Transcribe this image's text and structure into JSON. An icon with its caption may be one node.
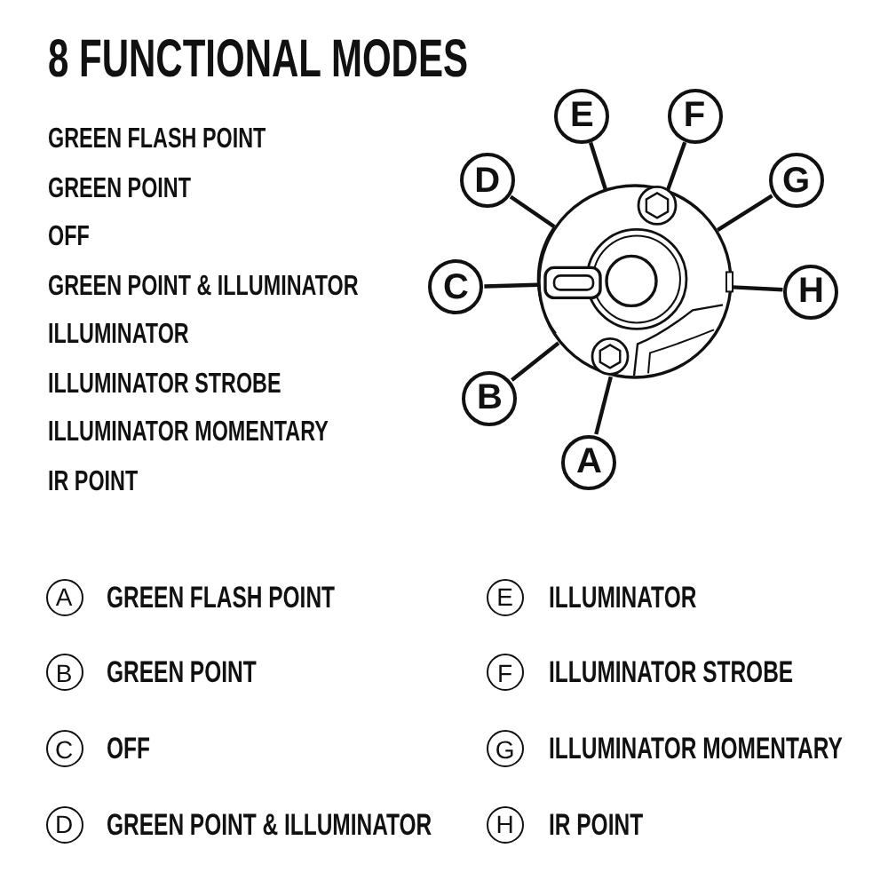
{
  "diagram": {
    "title": "8 FUNCTIONAL MODES",
    "nodes": [
      {
        "text": [],
        "shape": "picture"
      },
      {
        "text": [
          "E"
        ]
      },
      {
        "text": [
          "F"
        ]
      },
      {
        "text": [
          "D"
        ]
      },
      {
        "text": [
          "G"
        ]
      },
      {
        "text": [
          "C"
        ]
      },
      {
        "text": [
          "H"
        ]
      },
      {
        "text": [
          "B"
        ]
      },
      {
        "text": [
          "A"
        ]
      },
      {
        "text": [
          "A"
        ],
        "beside": [
          "GREEN FLASH POINT"
        ]
      },
      {
        "text": [
          "E"
        ],
        "beside": [
          "ILLUMINATOR"
        ]
      },
      {
        "text": [
          "B"
        ],
        "beside": [
          "GREEN POINT"
        ]
      },
      {
        "text": [
          "F"
        ],
        "beside": [
          "ILLUMINATOR STROBE"
        ]
      },
      {
        "text": [
          "C"
        ],
        "beside": [
          "OFF"
        ]
      },
      {
        "text": [
          "G"
        ],
        "beside": [
          "ILLUMINATOR MOMENTARY"
        ]
      },
      {
        "text": [
          "D"
        ],
        "beside": [
          "GREEN POINT & ILLUMINATOR"
        ]
      },
      {
        "text": [
          "H"
        ],
        "beside": [
          "IR POINT"
        ]
      }
    ],
    "edges": [
      {
        "from": 1,
        "to": 0,
        "arrow": "none"
      },
      {
        "from": 2,
        "to": 0,
        "arrow": "none"
      },
      {
        "from": 3,
        "to": 0,
        "arrow": "none"
      },
      {
        "from": 4,
        "to": 0,
        "arrow": "none"
      },
      {
        "from": 5,
        "to": 0,
        "arrow": "none"
      },
      {
        "from": 6,
        "to": 0,
        "arrow": "none"
      },
      {
        "from": 7,
        "to": 0,
        "arrow": "none"
      },
      {
        "from": 8,
        "to": 0,
        "arrow": "none"
      }
    ],
    "labels": [
      "GREEN FLASH POINT",
      "GREEN POINT",
      "OFF",
      "GREEN POINT & ILLUMINATOR",
      "ILLUMINATOR",
      "ILLUMINATOR STROBE",
      "ILLUMINATOR MOMENTARY",
      "IR POINT"
    ]
  }
}
